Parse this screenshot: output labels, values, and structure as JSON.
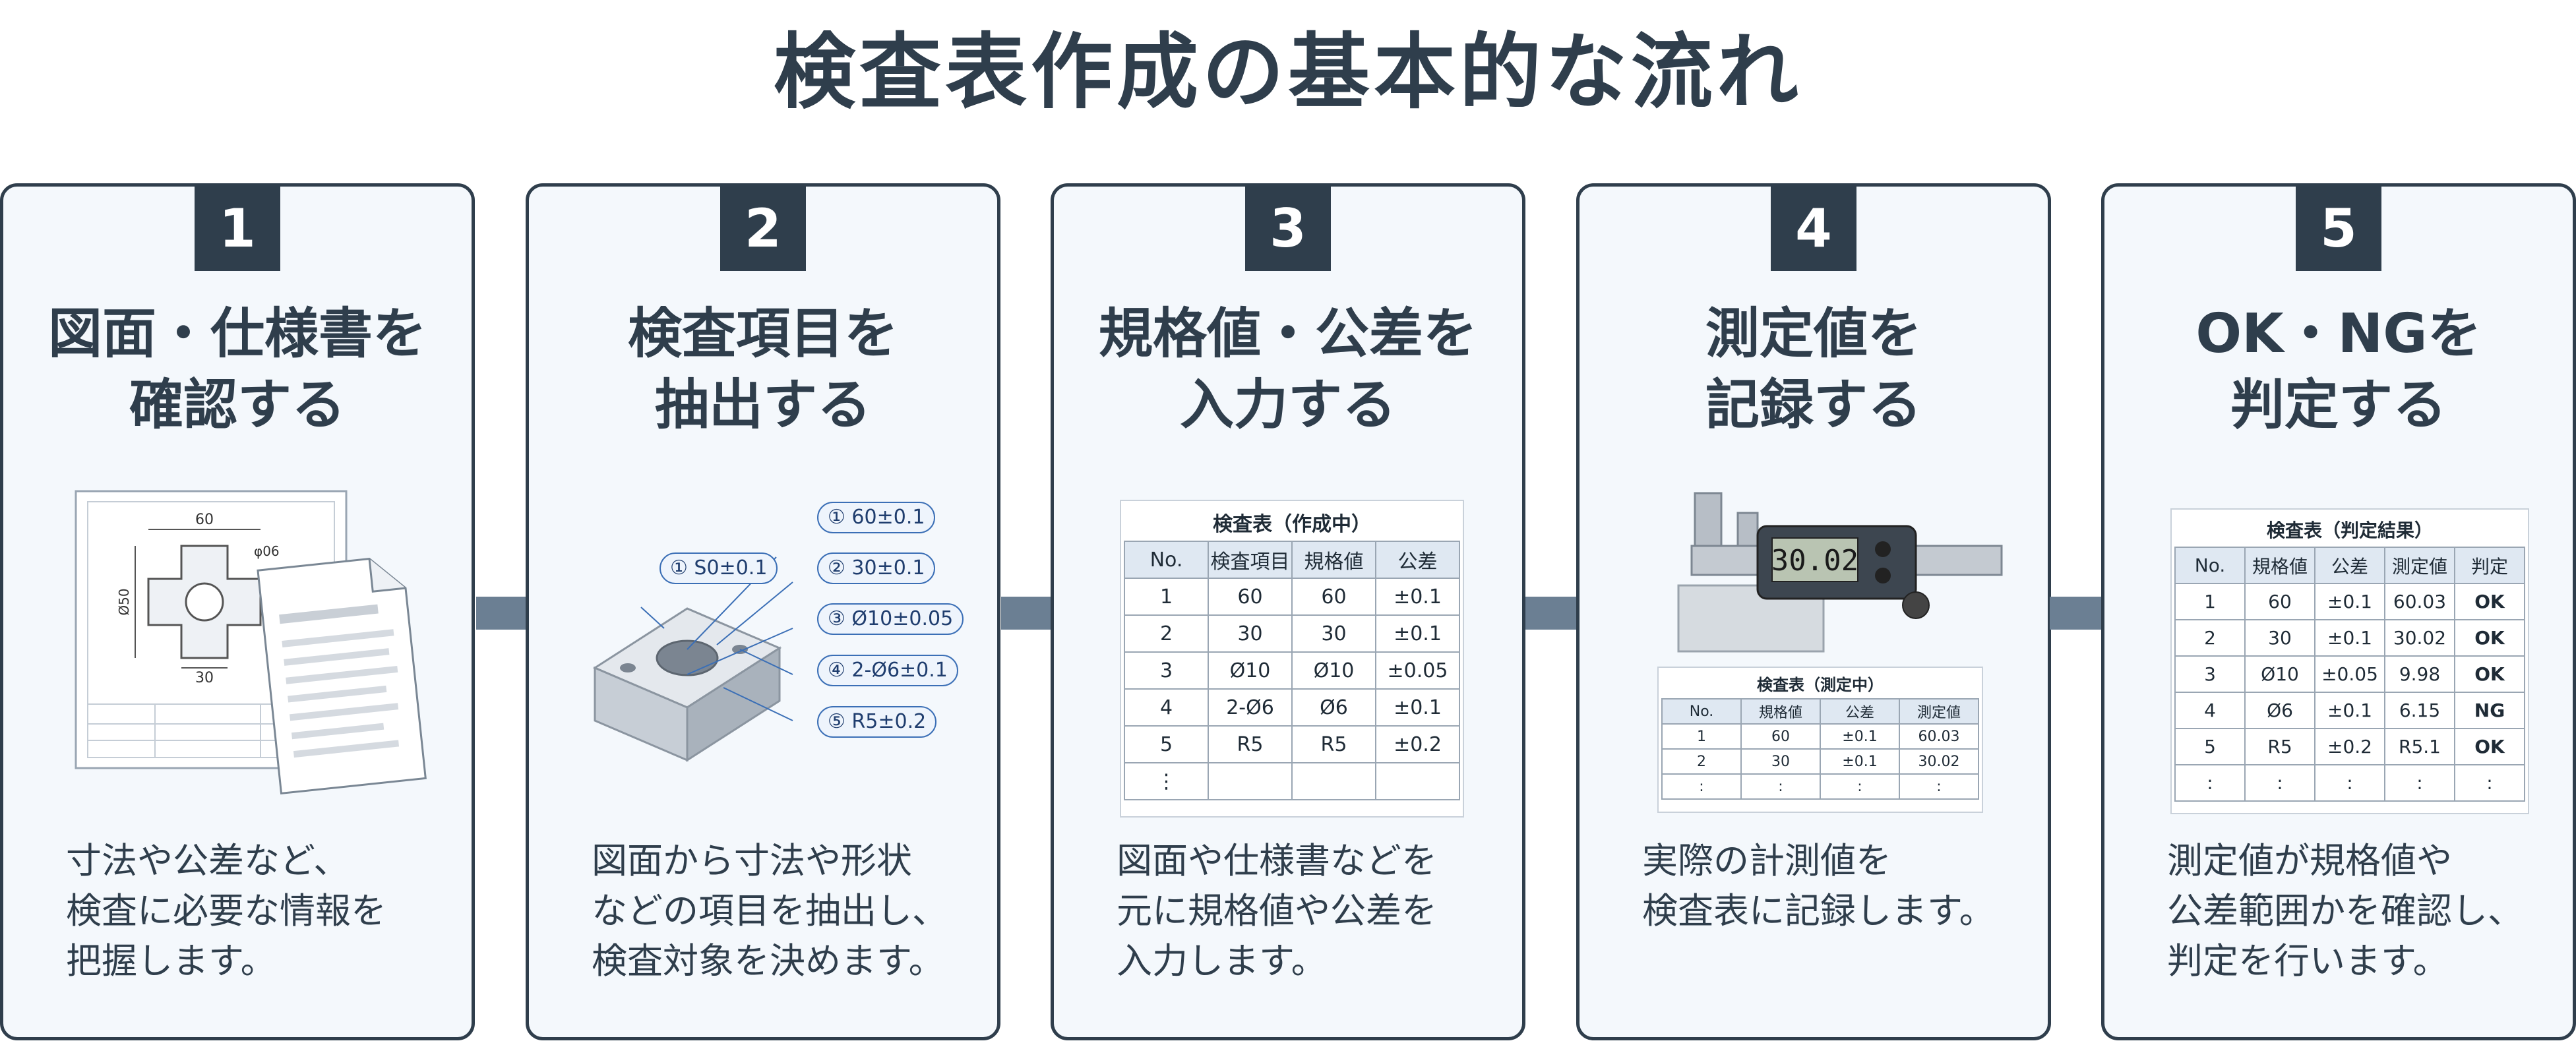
{
  "title": "検査表作成の基本的な流れ",
  "colors": {
    "dark": "#2f3e4c",
    "card_bg": "#f4f8fc",
    "arrow": "#6b7f93",
    "ok": "#1e7a2a",
    "ng": "#d0101c"
  },
  "steps": [
    {
      "number": "1",
      "heading": "図面・仕様書を\n確認する",
      "description": "寸法や公差など、\n検査に必要な情報を\n把握します。"
    },
    {
      "number": "2",
      "heading": "検査項目を\n抽出する",
      "description": "図面から寸法や形状\nなどの項目を抽出し、\n検査対象を決めます。"
    },
    {
      "number": "3",
      "heading": "規格値・公差を\n入力する",
      "description": "図面や仕様書などを\n元に規格値や公差を\n入力します。"
    },
    {
      "number": "4",
      "heading": "測定値を\n記録する",
      "description": "実際の計測値を\n検査表に記録します。"
    },
    {
      "number": "5",
      "heading": "OK・NGを\n判定する",
      "description": "測定値が規格値や\n公差範囲かを確認し、\n判定を行います。"
    }
  ],
  "drawing": {
    "dim_width": "60",
    "dim_hole": "φ06",
    "dim_height": "Ø50",
    "dim_bottom": "30"
  },
  "callouts": [
    "① 60±0.1",
    "② 30±0.1",
    "③ Ø10±0.05",
    "④ 2-Ø6±0.1",
    "⑤ R5±0.2",
    "① S0±0.1"
  ],
  "table_create": {
    "caption": "検査表（作成中）",
    "headers": [
      "No.",
      "検査項目",
      "規格値",
      "公差"
    ],
    "rows": [
      [
        "1",
        "60",
        "60",
        "±0.1"
      ],
      [
        "2",
        "30",
        "30",
        "±0.1"
      ],
      [
        "3",
        "Ø10",
        "Ø10",
        "±0.05"
      ],
      [
        "4",
        "2-Ø6",
        "Ø6",
        "±0.1"
      ],
      [
        "5",
        "R5",
        "R5",
        "±0.2"
      ],
      [
        "⋮",
        "",
        "",
        ""
      ]
    ]
  },
  "caliper_reading": "30.02",
  "table_measure": {
    "caption": "検査表（測定中）",
    "headers": [
      "No.",
      "規格値",
      "公差",
      "測定値"
    ],
    "rows": [
      [
        "1",
        "60",
        "±0.1",
        "60.03"
      ],
      [
        "2",
        "30",
        "±0.1",
        "30.02"
      ],
      [
        ":",
        ":",
        ":",
        ":"
      ]
    ]
  },
  "table_judge": {
    "caption": "検査表（判定結果）",
    "headers": [
      "No.",
      "規格値",
      "公差",
      "測定値",
      "判定"
    ],
    "rows": [
      [
        "1",
        "60",
        "±0.1",
        "60.03",
        "OK"
      ],
      [
        "2",
        "30",
        "±0.1",
        "30.02",
        "OK"
      ],
      [
        "3",
        "Ø10",
        "±0.05",
        "9.98",
        "OK"
      ],
      [
        "4",
        "Ø6",
        "±0.1",
        "6.15",
        "NG"
      ],
      [
        "5",
        "R5",
        "±0.2",
        "R5.1",
        "OK"
      ],
      [
        ":",
        ":",
        ":",
        ":",
        ":"
      ]
    ]
  }
}
